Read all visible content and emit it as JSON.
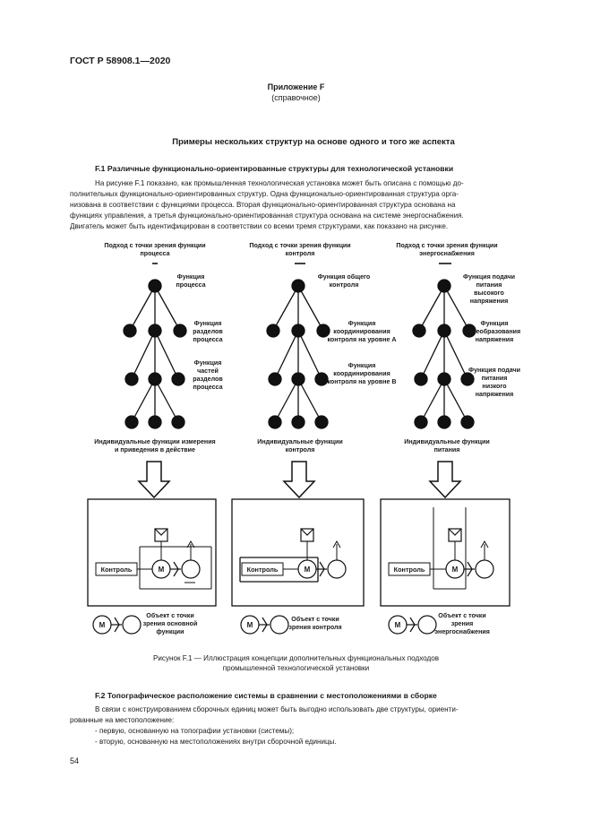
{
  "header": {
    "doc_id": "ГОСТ Р 58908.1—2020"
  },
  "appendix": {
    "title": "Приложение F",
    "subtitle": "(справочное)"
  },
  "main_title": "Примеры нескольких структур на основе одного и того же аспекта",
  "section_f1": {
    "title": "F.1 Различные функционально-ориентированные структуры для технологической установки",
    "lines": [
      "На рисунке F.1 показано, как промышленная технологическая установка может быть описана с помощью до-",
      "полнительных функционально-ориентированных структур. Одна функционально-ориентированная структура орга-",
      "низована в соответствии с функциями процесса. Вторая функционально-ориентированная структура основана на",
      "функциях управления, а третья функционально-ориентированная структура основана на системе энергоснабжения.",
      "Двигатель может быть идентифицирован в соответствии со всеми тремя структурами, как показано на рисунке."
    ]
  },
  "figure": {
    "col1": {
      "header": [
        "Подход с точки зрения функции",
        "процесса"
      ],
      "root": [
        "Функция",
        "процесса"
      ],
      "mid": [
        "Функция",
        "разделов",
        "процесса"
      ],
      "low": [
        "Функция",
        "частей",
        "разделов",
        "процесса"
      ],
      "leaves": [
        "Индивидуальные функции измерения",
        "и приведения в действие"
      ],
      "legend": [
        "Объект с точки",
        "зрения основной",
        "функции"
      ]
    },
    "col2": {
      "header": [
        "Подход с точки зрения функции",
        "контроля"
      ],
      "root": [
        "Функция общего",
        "контроля"
      ],
      "mid": [
        "Функция",
        "координирования",
        "контроля на уровне А"
      ],
      "low": [
        "Функция",
        "координирования",
        "контроля на уровне В"
      ],
      "leaves": [
        "Индивидуальные функции",
        "контроля"
      ],
      "legend": [
        "Объект с точки",
        "зрения контроля"
      ]
    },
    "col3": {
      "header": [
        "Подход с точки зрения функции",
        "энергоснабжения"
      ],
      "root": [
        "Функция подачи",
        "питания",
        "высокого",
        "напряжения"
      ],
      "mid": [
        "Функция",
        "преобразования",
        "напряжения"
      ],
      "low": [
        "Функция подачи",
        "питания",
        "низкого",
        "напряжения"
      ],
      "leaves": [
        "Индивидуальные функции",
        "питания"
      ],
      "legend": [
        "Объект с точки",
        "зрения",
        "энергоснабжения"
      ]
    },
    "control_label": "Контроль",
    "motor_label": "M",
    "caption": [
      "Рисунок F.1 — Иллюстрация концепции дополнительных функциональных подходов",
      "промышленной технологической установки"
    ]
  },
  "section_f2": {
    "title": "F.2 Топографическое расположение системы в сравнении с местоположениями в сборке",
    "lines": [
      "В связи с конструированием сборочных единиц может быть выгодно использовать две структуры, ориенти-",
      "рованные на местоположение:"
    ],
    "bullets": [
      "- первую, основанную на топографии установки (системы);",
      "- вторую, основанную на местоположениях внутри сборочной единицы."
    ]
  },
  "page_number": "54"
}
